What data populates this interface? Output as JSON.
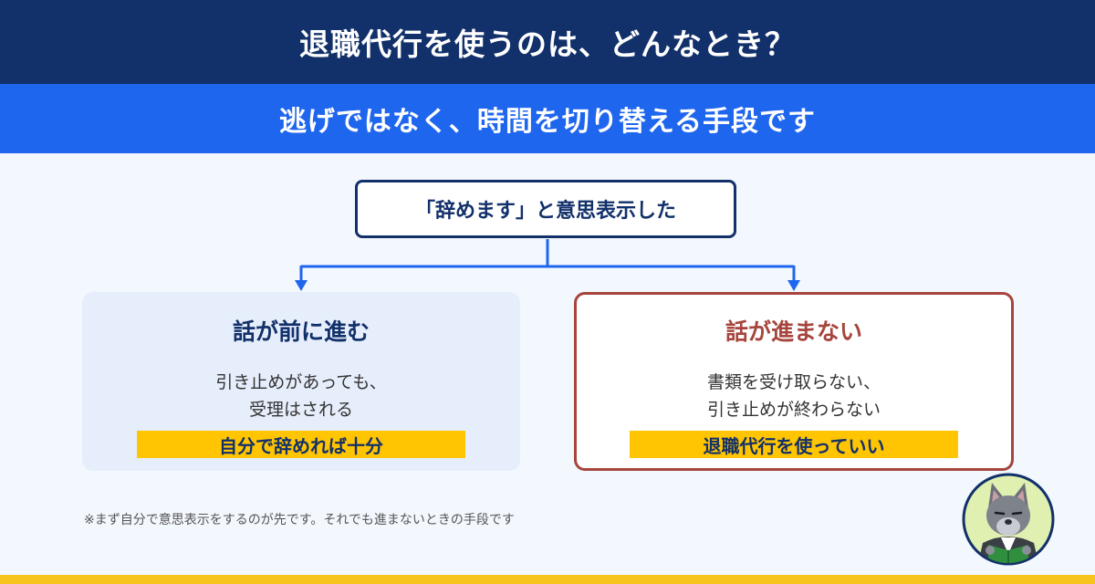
{
  "header": {
    "title": "退職代行を使うのは、どんなとき？",
    "subtitle": "逃げではなく、時間を切り替える手段です"
  },
  "flow": {
    "start": "「辞めます」と意思表示した",
    "left": {
      "title": "話が前に進む",
      "line1": "引き止めがあっても、",
      "line2": "受理はされる",
      "conclusion": "自分で辞めれば十分"
    },
    "right": {
      "title": "話が進まない",
      "line1": "書類を受け取らない、",
      "line2": "引き止めが終わらない",
      "conclusion": "退職代行を使っていい"
    }
  },
  "footnote": "※まず自分で意思表示をするのが先です。それでも進まないときの手段です",
  "colors": {
    "navy": "#12306a",
    "blue": "#1f66ee",
    "red": "#a6453d",
    "yellow": "#ffc402",
    "background": "#f3f7fe"
  },
  "icons": {
    "avatar": "wolf-reading-book-icon"
  }
}
